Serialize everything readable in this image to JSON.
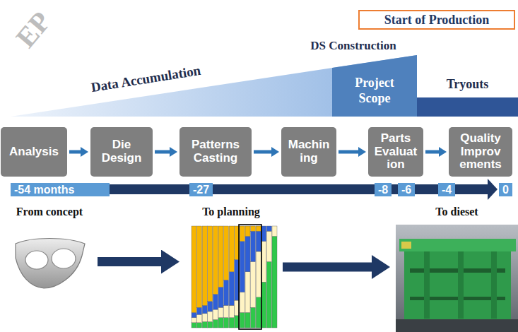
{
  "diagram": {
    "nodes": [
      {
        "text": [
          "Start of Production"
        ]
      },
      {
        "text": [
          "Data Accumulation"
        ]
      },
      {
        "text": [
          "DS Construction",
          "Project Scope"
        ],
        "in": 1
      },
      {
        "text": [
          "Tryouts"
        ]
      },
      {
        "text": [
          "Analysis"
        ]
      },
      {
        "text": [
          "Die Design"
        ]
      },
      {
        "text": [
          "Patterns Casting"
        ]
      },
      {
        "text": [
          "Machin ing"
        ]
      },
      {
        "text": [
          "Parts Evaluat ion"
        ]
      },
      {
        "text": [
          "Quality Improv ements"
        ]
      },
      {
        "text": [
          "From concept"
        ]
      },
      {
        "text": [
          "To planning"
        ]
      },
      {
        "text": [
          "To dieset"
        ]
      }
    ],
    "edges": [
      {
        "from": 4,
        "to": 5,
        "arrow": "to"
      },
      {
        "from": 5,
        "to": 6,
        "arrow": "to"
      },
      {
        "from": 6,
        "to": 7,
        "arrow": "to"
      },
      {
        "from": 7,
        "to": 8,
        "arrow": "to"
      },
      {
        "from": 8,
        "to": 9,
        "arrow": "to"
      },
      {
        "from": 10,
        "to": 11,
        "arrow": "to"
      },
      {
        "from": 11,
        "to": 12,
        "arrow": "to"
      }
    ],
    "labels": [
      "EP",
      "-54 months",
      "-27",
      "-8",
      "-6",
      "-4",
      "0"
    ]
  }
}
